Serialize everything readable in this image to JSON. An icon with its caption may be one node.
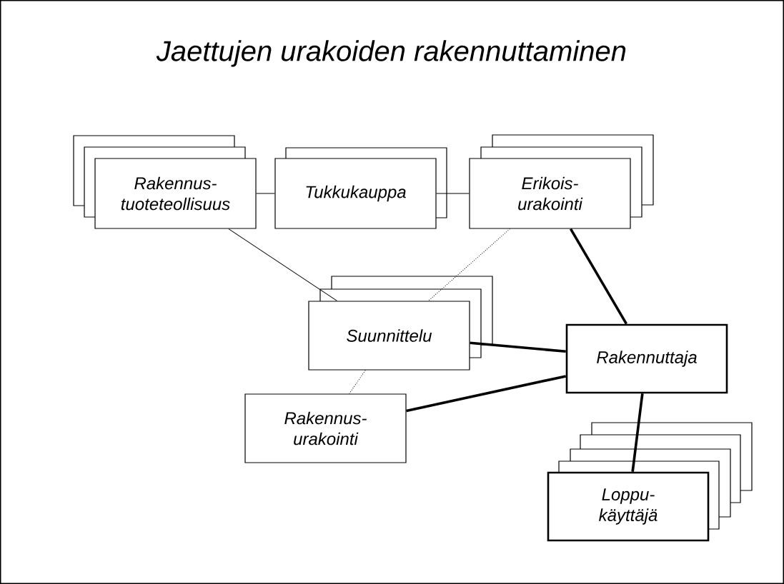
{
  "diagram": {
    "title": "Jaettujen urakoiden rakennuttaminen",
    "nodes": [
      {
        "text": [
          "Rakennus- tuoteteollisuus"
        ]
      },
      {
        "text": [
          "Tukkukauppa"
        ]
      },
      {
        "text": [
          "Erikois- urakointi"
        ]
      },
      {
        "text": [
          "Suunnittelu"
        ]
      },
      {
        "text": [
          "Rakennus- urakointi"
        ]
      },
      {
        "text": [
          "Rakennuttaja"
        ]
      },
      {
        "text": [
          "Loppu- käyttäjä"
        ]
      }
    ],
    "edges": [
      {
        "from": 0,
        "to": 1,
        "arrow": "none"
      },
      {
        "from": 1,
        "to": 2,
        "arrow": "none"
      },
      {
        "from": 0,
        "to": 3,
        "arrow": "none"
      },
      {
        "from": 2,
        "to": 3,
        "arrow": "none",
        "style": "dashed"
      },
      {
        "from": 3,
        "to": 4,
        "arrow": "none",
        "style": "dashed"
      },
      {
        "from": 2,
        "to": 5,
        "arrow": "none",
        "style": "thick"
      },
      {
        "from": 3,
        "to": 5,
        "arrow": "none",
        "style": "thick"
      },
      {
        "from": 4,
        "to": 5,
        "arrow": "none",
        "style": "thick"
      },
      {
        "from": 5,
        "to": 6,
        "arrow": "none",
        "style": "thick"
      }
    ]
  }
}
